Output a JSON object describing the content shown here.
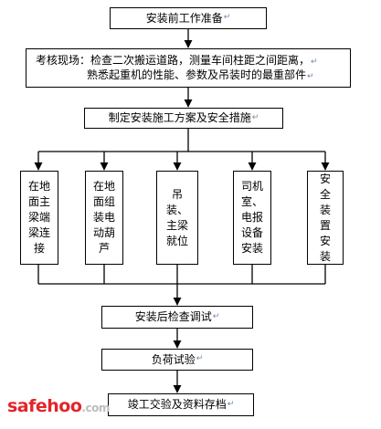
{
  "flow": {
    "step1": "安装前工作准备",
    "step2": {
      "line1": "考核现场：检查二次搬运道路，测量车间柱距之间距离，",
      "line2": "熟悉起重机的性能、参数及吊装时的最重部件"
    },
    "step3": "制定安装施工方案及安全措施",
    "columns": [
      "在地面主梁端梁连接",
      "在地面组装电动葫芦",
      "吊装、主梁就位",
      "司机室、电报设备安装",
      "安全装置安装"
    ],
    "step4": "安装后检查调试",
    "step5": "负荷试验",
    "step6": "竣工交验及资料存档"
  },
  "watermark": {
    "brand": "safehoo",
    "suffix": ".com"
  },
  "colors": {
    "stroke": "#000000",
    "watermark_red": "#e2252b"
  }
}
